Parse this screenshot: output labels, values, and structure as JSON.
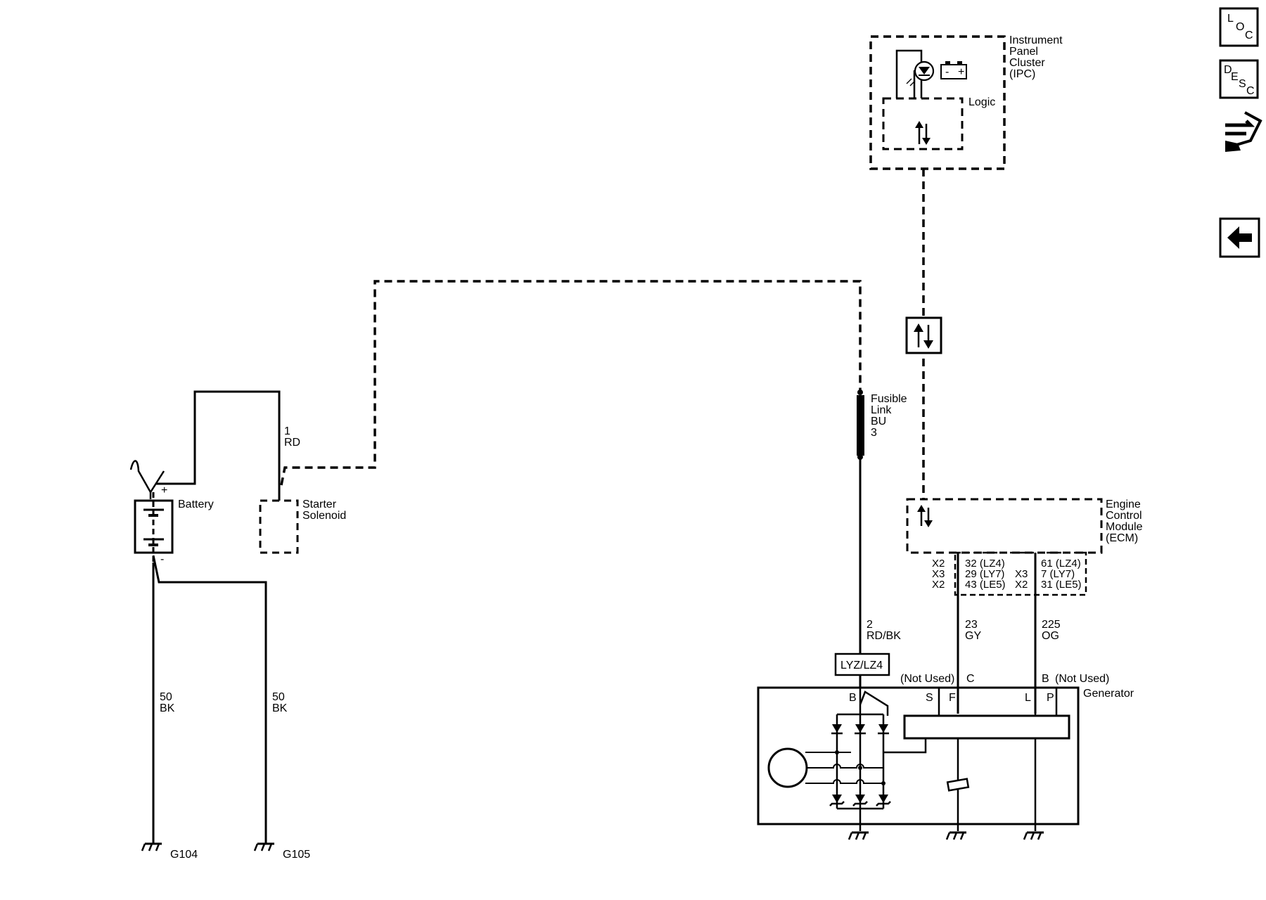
{
  "ipc": {
    "line1": "Instrument",
    "line2": "Panel",
    "line3": "Cluster",
    "line4": "(IPC)",
    "logic": "Logic"
  },
  "ecm": {
    "line1": "Engine",
    "line2": "Control",
    "line3": "Module",
    "line4": "(ECM)"
  },
  "ecm_pins_left": {
    "conn1": "X2",
    "conn2": "X3",
    "conn3": "X2",
    "pin1": "32 (LZ4)",
    "pin2": "29 (LY7)",
    "pin3": "43 (LE5)"
  },
  "ecm_pins_right": {
    "conn1": "X3",
    "conn2": "X2",
    "pin1": "61 (LZ4)",
    "pin2": "7 (LY7)",
    "pin3": "31 (LE5)"
  },
  "fusible_link": {
    "line1": "Fusible",
    "line2": "Link",
    "line3": "BU",
    "line4": "3"
  },
  "battery": {
    "label": "Battery",
    "plus": "+",
    "minus": "-"
  },
  "starter": {
    "line1": "Starter",
    "line2": "Solenoid"
  },
  "wires": {
    "w1_num": "1",
    "w1_color": "RD",
    "w2_num": "2",
    "w2_color": "RD/BK",
    "w23_num": "23",
    "w23_color": "GY",
    "w225_num": "225",
    "w225_color": "OG",
    "g104_num": "50",
    "g104_color": "BK",
    "g105_num": "50",
    "g105_color": "BK"
  },
  "engine_option": "LYZ/LZ4",
  "generator": {
    "label": "Generator",
    "not_used_left": "(Not Used)",
    "term_c": "C",
    "term_b_top": "B",
    "not_used_right": "(Not Used)",
    "term_b": "B",
    "term_s": "S",
    "term_f": "F",
    "term_l": "L",
    "term_p": "P"
  },
  "grounds": {
    "g104": "G104",
    "g105": "G105"
  },
  "nav": {
    "loc_l": "L",
    "loc_o": "O",
    "loc_c": "C",
    "desc_d": "D",
    "desc_e": "E",
    "desc_s": "S",
    "desc_c": "C"
  }
}
